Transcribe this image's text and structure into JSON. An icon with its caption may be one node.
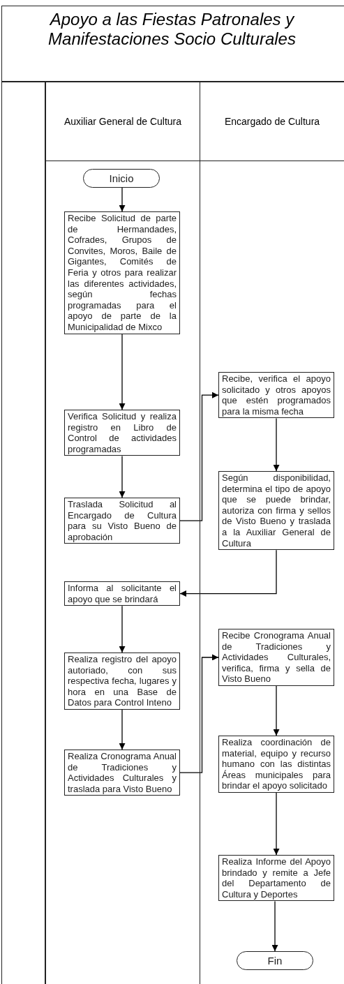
{
  "diagram": {
    "title": "Apoyo a las Fiestas Patronales y Manifestaciones Socio Culturales",
    "nodes": [
      {
        "text": [
          "Auxiliar General de Cultura"
        ]
      },
      {
        "text": [
          "Encargado de Cultura"
        ]
      },
      {
        "text": [
          "Inicio"
        ],
        "in": 0
      },
      {
        "text": [
          "Recibe Solicitud de parte de Hermandades, Cofrades, Grupos de Convites, Moros, Baile de Gigantes, Comités de Feria y otros para realizar las diferentes actividades, según fechas programadas para el apoyo de parte de la Municipalidad de Mixco"
        ],
        "in": 0
      },
      {
        "text": [
          "Verifica Solicitud y realiza registro en Libro de Control de actividades programadas"
        ],
        "in": 0
      },
      {
        "text": [
          "Traslada Solicitud al Encargado de Cultura para su Visto Bueno de aprobación"
        ],
        "in": 0
      },
      {
        "text": [
          "Recibe, verifica el apoyo solicitado y otros apoyos que estén programados para la misma fecha"
        ],
        "in": 1
      },
      {
        "text": [
          "Según disponibilidad, determina el tipo de apoyo que se puede brindar, autoriza con firma y sellos de Visto Bueno y traslada a la Auxiliar General de Cultura"
        ],
        "in": 1
      },
      {
        "text": [
          "Informa al solicitante el apoyo que se brindará"
        ],
        "in": 0
      },
      {
        "text": [
          "Realiza registro del apoyo autoriado, con sus respectiva fecha, lugares y hora en una Base de Datos para Control Inteno"
        ],
        "in": 0
      },
      {
        "text": [
          "Realiza Cronograma Anual de Tradiciones y Actividades Culturales y traslada para Visto Bueno"
        ],
        "in": 0
      },
      {
        "text": [
          "Recibe Cronograma Anual de Tradiciones y Actividades Culturales, verifica, firma y sella de Visto Bueno"
        ],
        "in": 1
      },
      {
        "text": [
          "Realiza coordinación de material, equipo y recurso humano con las distintas Áreas municipales para brindar el apoyo solicitado"
        ],
        "in": 1
      },
      {
        "text": [
          "Realiza Informe del Apoyo brindado y remite a Jefe del Departamento de Cultura y Deportes"
        ],
        "in": 1
      },
      {
        "text": [
          "Fin"
        ],
        "in": 1
      }
    ],
    "edges": [
      {
        "from": 2,
        "to": 3,
        "arrow": "to"
      },
      {
        "from": 3,
        "to": 4,
        "arrow": "to"
      },
      {
        "from": 4,
        "to": 5,
        "arrow": "to"
      },
      {
        "from": 5,
        "to": 6,
        "arrow": "to"
      },
      {
        "from": 6,
        "to": 7,
        "arrow": "to"
      },
      {
        "from": 7,
        "to": 8,
        "arrow": "to"
      },
      {
        "from": 8,
        "to": 9,
        "arrow": "to"
      },
      {
        "from": 9,
        "to": 10,
        "arrow": "to"
      },
      {
        "from": 10,
        "to": 11,
        "arrow": "to"
      },
      {
        "from": 11,
        "to": 12,
        "arrow": "to"
      },
      {
        "from": 12,
        "to": 13,
        "arrow": "to"
      },
      {
        "from": 13,
        "to": 14,
        "arrow": "to"
      }
    ]
  }
}
